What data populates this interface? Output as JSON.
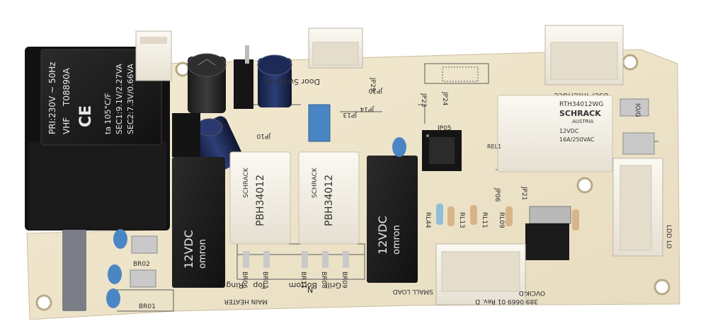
{
  "transformer": {
    "brand": "VHF",
    "model": "T08890A",
    "line1": "PRI:230V ~ 50Hz",
    "line2": "ta 105°C/F",
    "line3": "SEC1:9.1V/2.27VA",
    "line4": "SEC2:7.3V/0.66VA"
  },
  "relays_schrack_small": [
    {
      "brand": "SCHRACK",
      "model": "PBH34012"
    },
    {
      "brand": "SCHRACK",
      "model": "PBH34012"
    }
  ],
  "relays_omron": [
    {
      "brand": "omron",
      "voltage": "12VDC"
    },
    {
      "brand": "omron",
      "voltage": "12VDC"
    }
  ],
  "relay_large": {
    "brand": "SCHRACK",
    "model": "RTH34012WG",
    "origin": "AUSTRIA",
    "voltage": "12VDC",
    "rating": "16A/250VAC",
    "ref": "REL1"
  },
  "connectors": {
    "door_switches": "Door Switches",
    "user_interface": "User Interface",
    "small_load": "SMALL LOAD"
  },
  "heater_labels": {
    "ring": "Ring",
    "top": "Top",
    "n": "N",
    "bottom": "Bottom",
    "grill": "Grill",
    "main_heater": "MAIN HEATER"
  },
  "board_ids": {
    "part": "389 0669 01 Rev. D",
    "name": "OVCIK-D"
  },
  "ref_designators": {
    "rl44": "RL44",
    "rl13": "RL13",
    "rl11": "RL11",
    "rl09": "RL09",
    "br02": "BR02",
    "br01": "BR01",
    "br06": "BR06",
    "br07": "BR07",
    "br11": "BR11",
    "br08": "BR08",
    "br09": "BR09",
    "jp29": "JP29",
    "jp30": "JP30",
    "jp14": "JP14",
    "jp13": "JP13",
    "jp23": "JP23",
    "jp24": "JP24",
    "jp10": "JP10",
    "jp05": "JP05",
    "jp06": "JP06",
    "jp21": "JP21",
    "ldd": "LDD",
    "lo": "LO",
    "iog": "IO/G"
  },
  "colors": {
    "board": "#efe5cb",
    "black_part": "#1c1c1c",
    "relay_white": "#f7f4ec",
    "connector": "#f4f0e4",
    "cap_blue": "#4b86c4",
    "x_cap": "#7b7e86"
  }
}
